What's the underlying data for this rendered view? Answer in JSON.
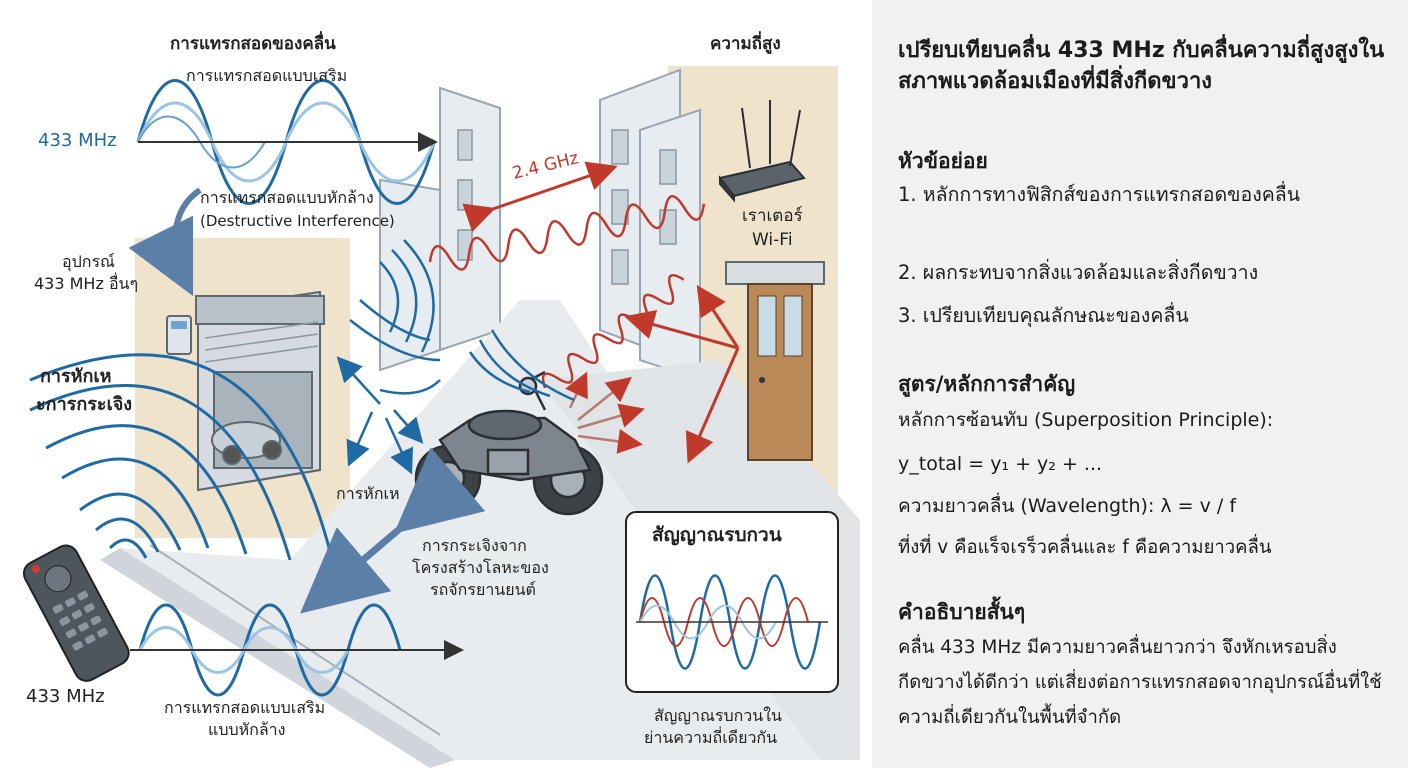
{
  "illustration": {
    "labels": {
      "interference_title": "การแทรกสอดของคลื่น",
      "constructive": "การแทรกสอดแบบเสริม",
      "freq_433": "433 MHz",
      "destructive_th": "การแทรกสอดแบบหักล้าง",
      "destructive_en": "(Destructive Interference)",
      "other_devices_1": "อุปกรณ์",
      "other_devices_2": "433 MHz อื่นๆ",
      "high_freq": "ความถี่สูง",
      "ghz": "2.4 GHz",
      "router_1": "เราเตอร์",
      "router_2": "Wi-Fi",
      "diffraction_scatter_1": "การหักเห",
      "diffraction_scatter_2": "ะการกระเจิง",
      "diffraction": "การหักเห",
      "scatter_1": "การกระเจิงจาก",
      "scatter_2": "โครงสร้างโลหะของ",
      "scatter_3": "รถจักรยานยนต์",
      "noise_title": "สัญญาณรบกวน",
      "noise_caption_1": "สัญญาณรบกวนใน",
      "noise_caption_2": "ย่านความถี่เดียวกัน",
      "remote_freq": "433 MHz",
      "bottom_wave_1": "การแทรกสอดแบบเสริม",
      "bottom_wave_2": "แบบหักล้าง"
    },
    "colors": {
      "blue_wave": "#1f6aa5",
      "red_wave": "#c0392b",
      "light_blue": "#9cc4e4"
    }
  },
  "panel": {
    "title": "เปรียบเทียบคลื่น 433 MHz กับคลื่นความถี่สูงสูงในสภาพแวดล้อมเมืองที่มีสิ่งกีดขวาง",
    "subtopics_heading": "หัวข้อย่อย",
    "subtopics": [
      "1. หลักการทางฟิสิกส์ของการแทรกสอดของคลื่น",
      "2. ผลกระทบจากสิ่งแวดล้อมและสิ่งกีดขวาง",
      "3. เปรียบเทียบคุณลักษณะของคลื่น"
    ],
    "formulas_heading": "สูตร/หลักการสำคัญ",
    "formulas": [
      "หลักการซ้อนทับ (Superposition Principle):",
      "y_total = y₁ + y₂ + ...",
      "ความยาวคลื่น (Wavelength): λ = v / f",
      "ที่งที่ v คือแร็จเรร็วคลื่นและ f คือความยาวคลื่น"
    ],
    "summary_heading": "คำอธิบายสั้นๆ",
    "summary": "คลื่น 433 MHz มีความยาวคลื่นยาวกว่า จึงหักเหรอบสิ่งกีดขวางได้ดีกว่า แต่เสี่ยงต่อการแทรกสอดจากอุปกรณ์อื่นที่ใช้ความถี่เดียวกันในพื้นที่จำกัด"
  }
}
